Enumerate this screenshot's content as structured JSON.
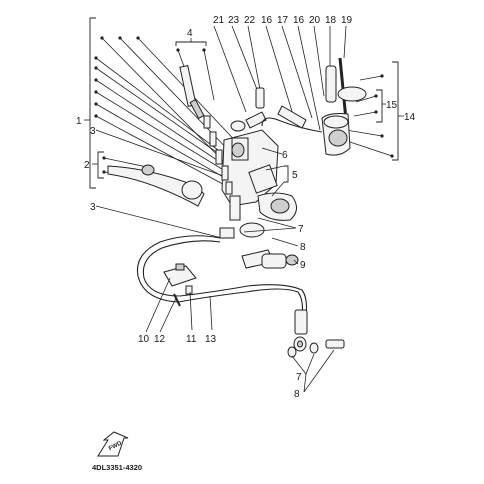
{
  "callouts": {
    "c1": "1",
    "c2": "2",
    "c3a": "3",
    "c3b": "3",
    "c4": "4",
    "c5": "5",
    "c6": "6",
    "c7a": "7",
    "c7b": "7",
    "c8a": "8",
    "c8b": "8",
    "c9": "9",
    "c10": "10",
    "c11": "11",
    "c12": "12",
    "c13": "13",
    "c14": "14",
    "c15": "15",
    "c16a": "16",
    "c16b": "16",
    "c17": "17",
    "c18": "18",
    "c19": "19",
    "c20": "20",
    "c21": "21",
    "c22": "22",
    "c23": "23"
  },
  "diagram_code": "4DL3351-4320",
  "front_marker_icon": "arrow-fwd-icon",
  "front_marker_text": "FWD",
  "colors": {
    "ink": "#222222",
    "paper": "#ffffff"
  }
}
